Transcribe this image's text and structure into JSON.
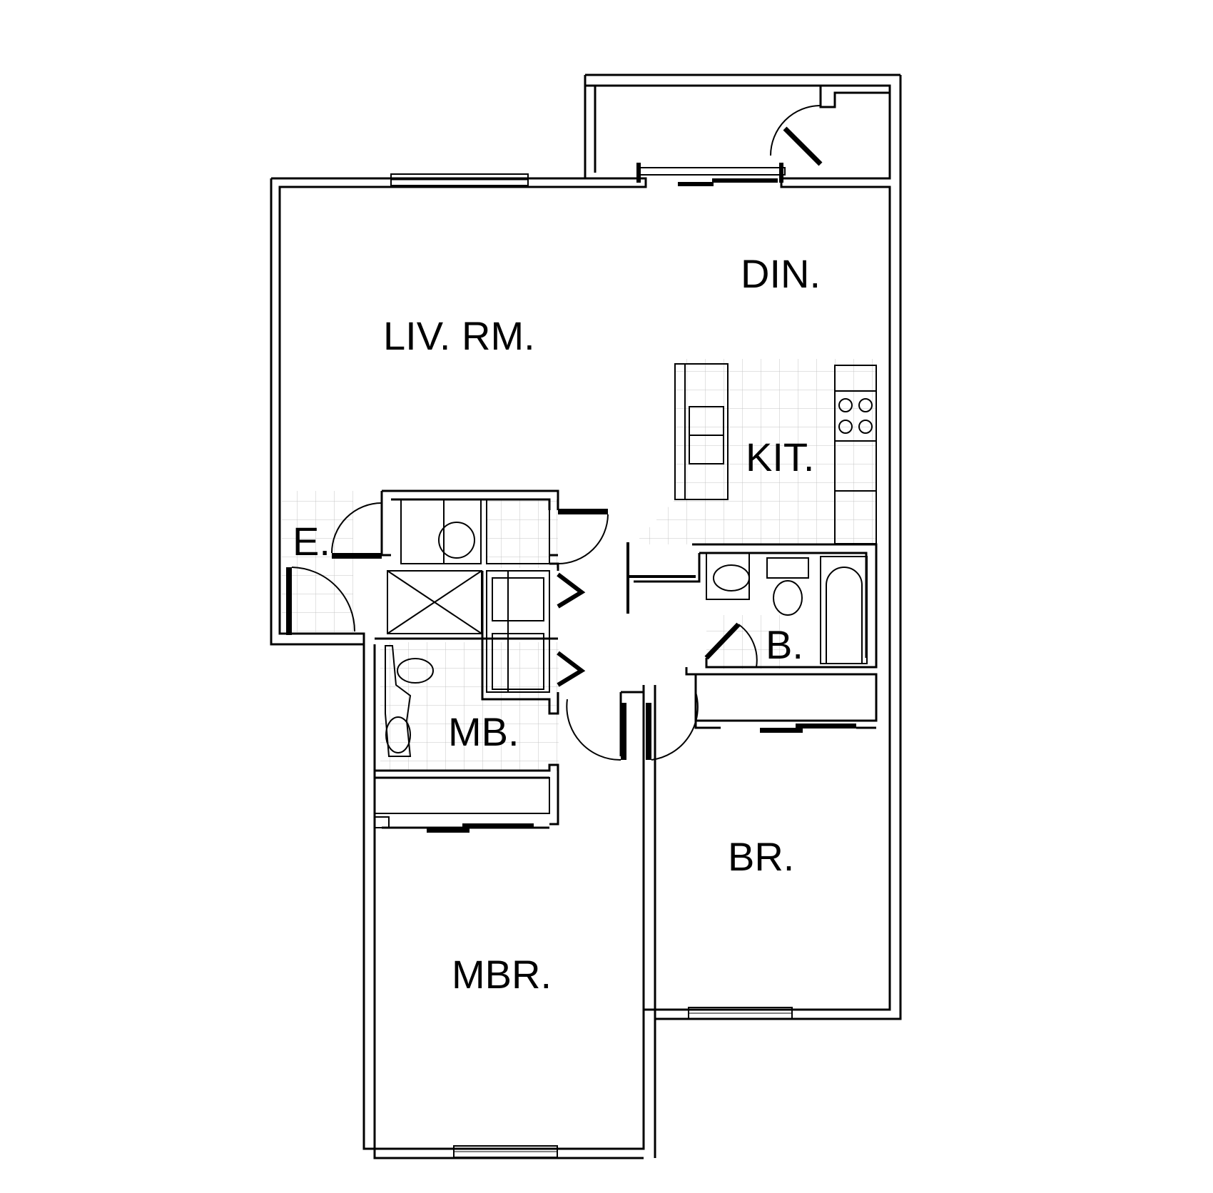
{
  "plan": {
    "rooms": {
      "living": "LIV. RM.",
      "dining": "DIN.",
      "kitchen": "KIT.",
      "entry": "E.",
      "bath": "B.",
      "master_bath": "MB.",
      "bedroom": "BR.",
      "master_bedroom": "MBR."
    }
  }
}
